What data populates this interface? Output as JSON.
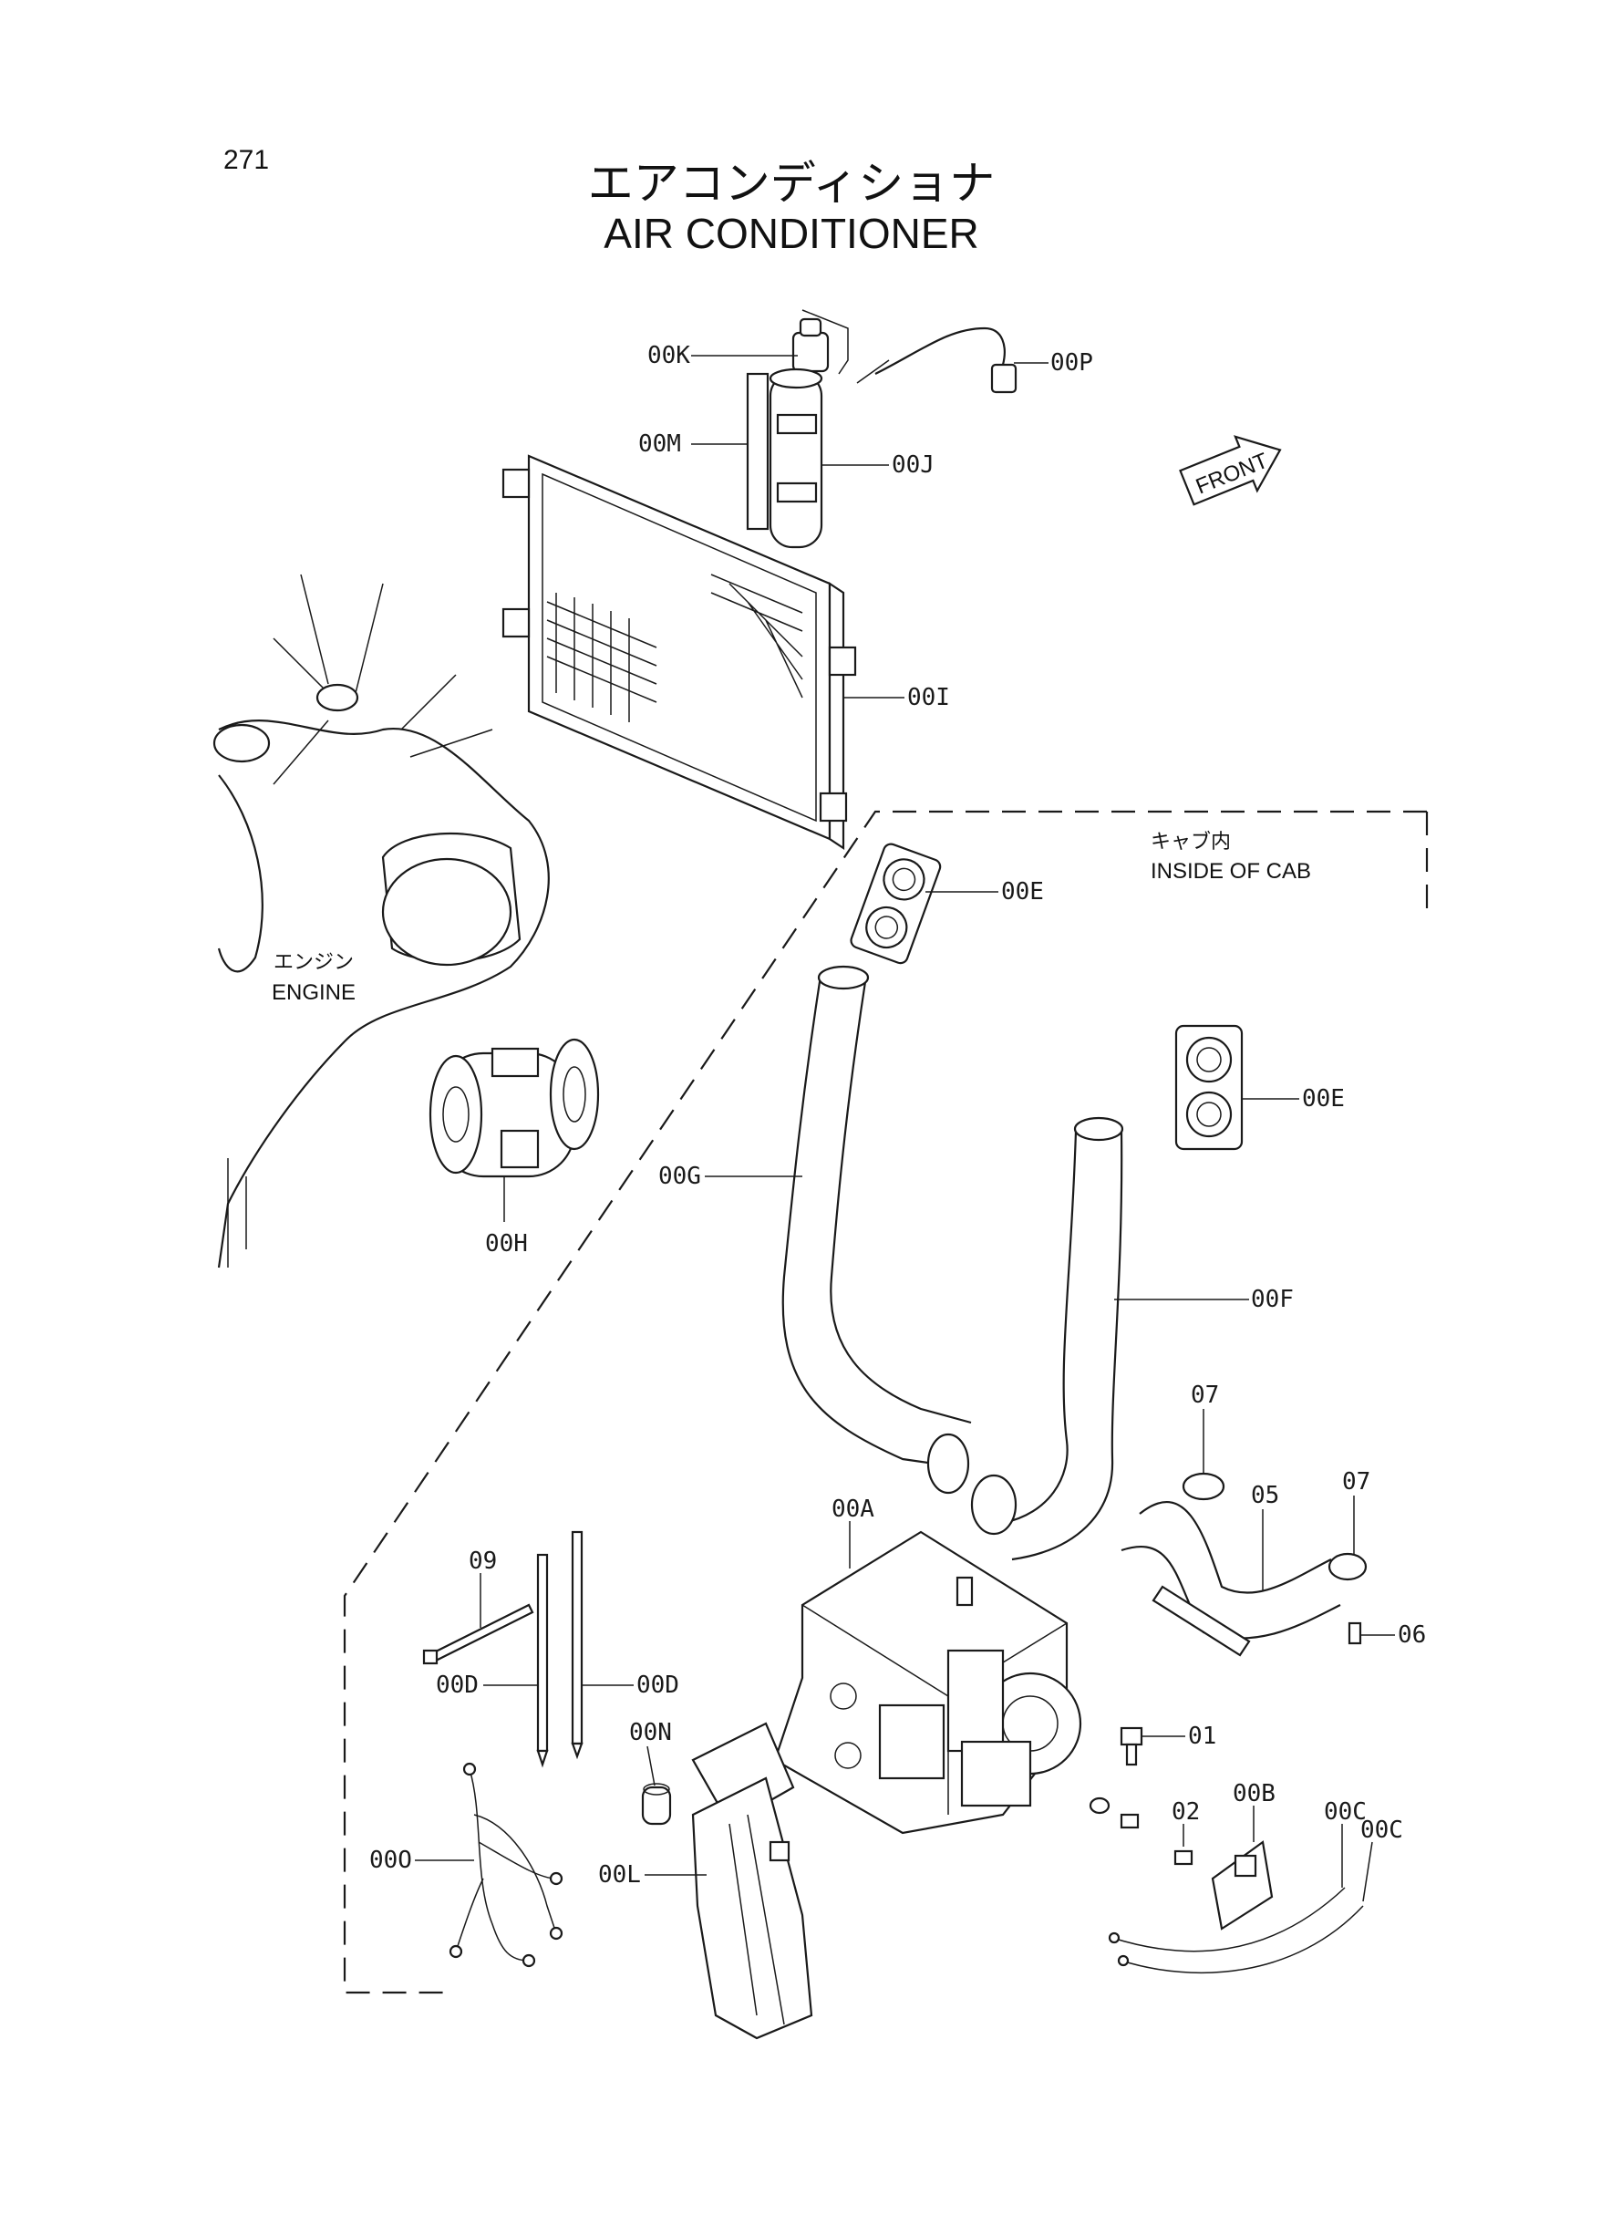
{
  "page_number": "271",
  "title_jp": "エアコンディショナ",
  "title_en": "AIR CONDITIONER",
  "front_label": "FRONT",
  "areas": {
    "cab_jp": "キャブ内",
    "cab_en": "INSIDE OF CAB",
    "engine_jp": "エンジン",
    "engine_en": "ENGINE"
  },
  "callouts": {
    "k": "00K",
    "p": "00P",
    "m": "00M",
    "j": "00J",
    "i": "00I",
    "e1": "00E",
    "e2": "00E",
    "g": "00G",
    "h": "00H",
    "f": "00F",
    "c07a": "07",
    "c07b": "07",
    "c05": "05",
    "c06": "06",
    "a": "00A",
    "c09": "09",
    "d1": "00D",
    "d2": "00D",
    "n": "00N",
    "c01": "01",
    "c02": "02",
    "b": "00B",
    "c1": "00C",
    "c2": "00C",
    "o": "00O",
    "l": "00L"
  }
}
